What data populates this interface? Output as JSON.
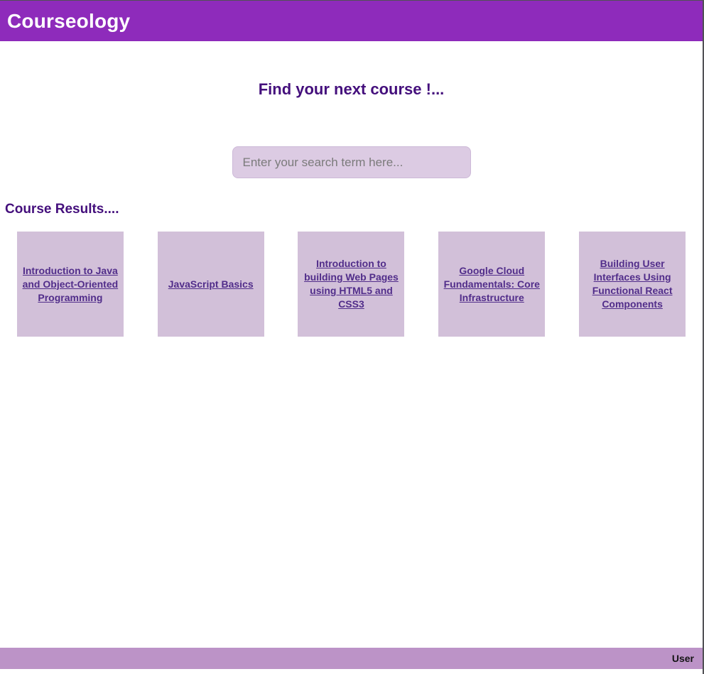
{
  "app": {
    "title": "Courseology"
  },
  "hero": {
    "heading": "Find your next course !..."
  },
  "search": {
    "placeholder": "Enter your search term here...",
    "value": ""
  },
  "results": {
    "heading": "Course Results....",
    "courses": [
      {
        "title": "Introduction to Java and Object-Oriented Programming"
      },
      {
        "title": "JavaScript Basics"
      },
      {
        "title": "Introduction to building Web Pages using HTML5 and CSS3"
      },
      {
        "title": "Google Cloud Fundamentals: Core Infrastructure"
      },
      {
        "title": "Building User Interfaces Using Functional React Components"
      }
    ]
  },
  "footer": {
    "user_label": "User"
  },
  "colors": {
    "header_bg": "#8E2BBB",
    "heading_text": "#440F7C",
    "card_bg": "#D2C0D9",
    "link_text": "#512D8A",
    "search_bg": "#DCCBE3",
    "footer_bg": "#BC93C7"
  }
}
